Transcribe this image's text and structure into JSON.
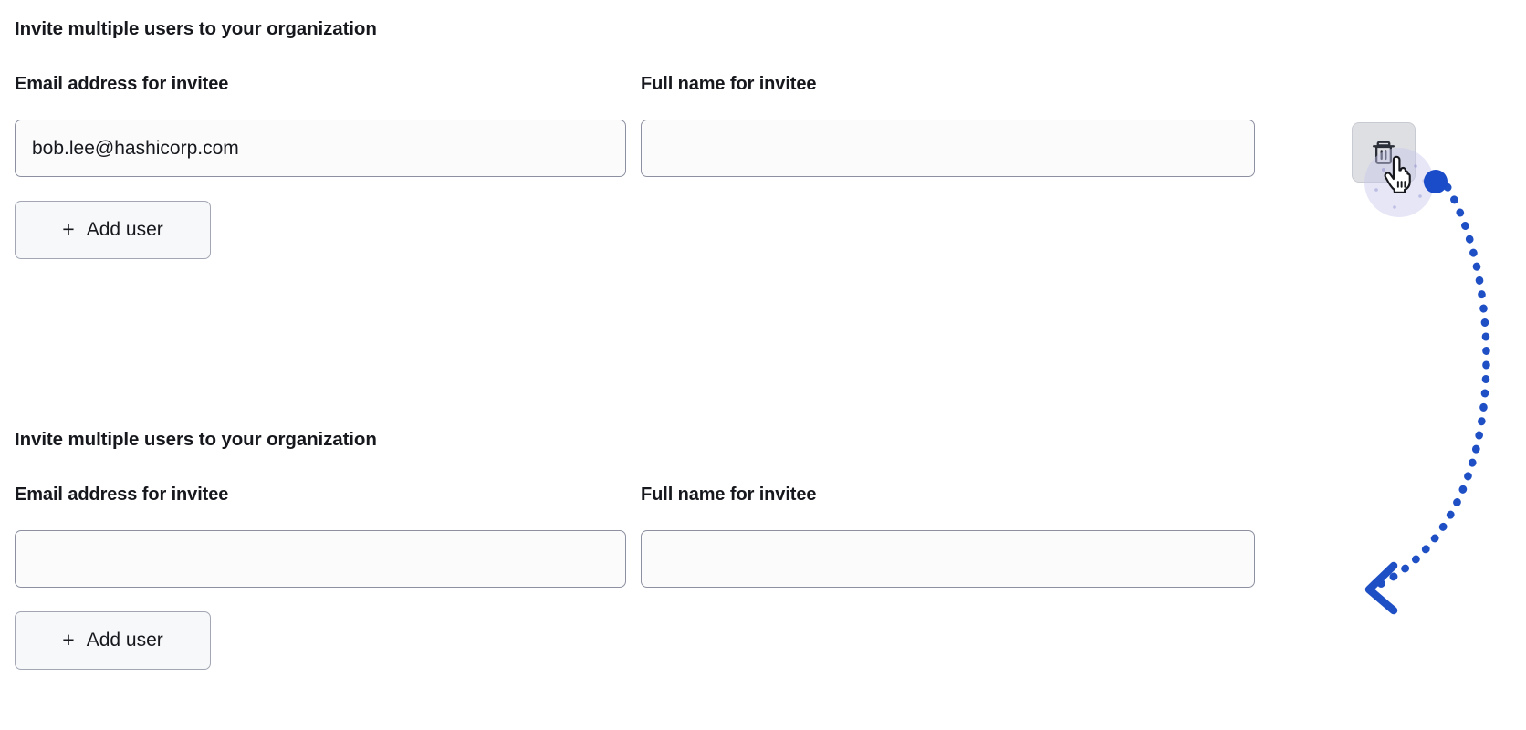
{
  "sections": [
    {
      "title": "Invite multiple users to your organization",
      "email_label": "Email address for invitee",
      "name_label": "Full name for invitee",
      "email_value": "bob.lee@hashicorp.com",
      "email_placeholder": "",
      "name_value": "",
      "name_placeholder": "",
      "add_user_label": "Add user",
      "add_user_plus": "+",
      "delete_icon": "trash-icon",
      "has_delete": true
    },
    {
      "title": "Invite multiple users to your organization",
      "email_label": "Email address for invitee",
      "name_label": "Full name for invitee",
      "email_value": "",
      "email_placeholder": "",
      "name_value": "",
      "name_placeholder": "",
      "add_user_label": "Add user",
      "add_user_plus": "+",
      "delete_icon": "trash-icon",
      "has_delete": false
    }
  ],
  "annotation": {
    "click_marker": "blue-dot-marker",
    "cursor": "pointing-hand-cursor",
    "arrow": "dotted-curved-arrow",
    "accent_color": "#1f4fc4",
    "dot_color": "#1a4bc8",
    "highlight_color": "#c9c9ef"
  },
  "colors": {
    "text": "#16181d",
    "input_border": "#8c90a0",
    "button_bg": "#f7f8f9",
    "button_border": "#a3a7b3",
    "delete_bg": "#dedfe3",
    "page_bg": "#ffffff"
  }
}
